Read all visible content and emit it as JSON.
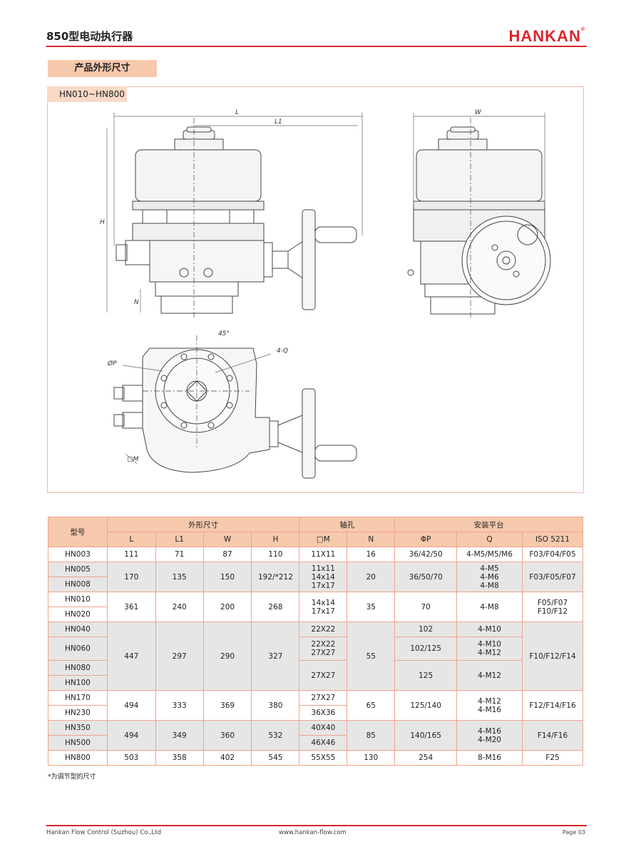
{
  "header": {
    "title": "850型电动执行器",
    "brand": "HANKAN",
    "brand_mark": "®"
  },
  "section_label": "产品外形尺寸",
  "range_tab": "HN010~HN800",
  "drawing_labels": {
    "L": "L",
    "L1": "L1",
    "W": "W",
    "H": "H",
    "N": "N",
    "angle": "45°",
    "holes": "4-Q",
    "phi_p": "ØP",
    "m": "□M"
  },
  "table": {
    "h_model": "型号",
    "h_dim": "外形尺寸",
    "h_shaft": "轴孔",
    "h_mount": "安装平台",
    "sub": [
      "L",
      "L1",
      "W",
      "H",
      "□M",
      "N",
      "ΦP",
      "Q",
      "ISO 5211"
    ],
    "r1": {
      "model": "HN003",
      "L": "111",
      "L1": "71",
      "W": "87",
      "H": "110",
      "M": "11X11",
      "N": "16",
      "P": "36/42/50",
      "Q": "4-M5/M5/M6",
      "ISO": "F03/F04/F05"
    },
    "r2": {
      "model_a": "HN005",
      "model_b": "HN008",
      "L": "170",
      "L1": "135",
      "W": "150",
      "H": "192/*212",
      "M": [
        "11x11",
        "14x14",
        "17x17"
      ],
      "N": "20",
      "P": "36/50/70",
      "Q": [
        "4-M5",
        "4-M6",
        "4-M8"
      ],
      "ISO": "F03/F05/F07"
    },
    "r3": {
      "model_a": "HN010",
      "model_b": "HN020",
      "L": "361",
      "L1": "240",
      "W": "200",
      "H": "268",
      "M": [
        "14x14",
        "17x17"
      ],
      "N": "35",
      "P": "70",
      "Q": "4-M8",
      "ISO": [
        "F05/F07",
        "F10/F12"
      ]
    },
    "r4": {
      "model_a": "HN040",
      "model_b": "HN060",
      "model_c": "HN080",
      "model_d": "HN100",
      "L": "447",
      "L1": "297",
      "W": "290",
      "H": "327",
      "M_a": "22X22",
      "M_b": [
        "22X22",
        "27X27"
      ],
      "M_c": "27X27",
      "N": "55",
      "P_a": "102",
      "P_b": "102/125",
      "P_c": "125",
      "Q_a": "4-M10",
      "Q_b": [
        "4-M10",
        "4-M12"
      ],
      "Q_c": "4-M12",
      "ISO": "F10/F12/F14"
    },
    "r5": {
      "model_a": "HN170",
      "model_b": "HN230",
      "L": "494",
      "L1": "333",
      "W": "369",
      "H": "380",
      "M_a": "27X27",
      "M_b": "36X36",
      "N": "65",
      "P": "125/140",
      "Q": [
        "4-M12",
        "4-M16"
      ],
      "ISO": "F12/F14/F16"
    },
    "r6": {
      "model_a": "HN350",
      "model_b": "HN500",
      "L": "494",
      "L1": "349",
      "W": "360",
      "H": "532",
      "M_a": "40X40",
      "M_b": "46X46",
      "N": "85",
      "P": "140/165",
      "Q": [
        "4-M16",
        "4-M20"
      ],
      "ISO": "F14/F16"
    },
    "r7": {
      "model": "HN800",
      "L": "503",
      "L1": "358",
      "W": "402",
      "H": "545",
      "M": "55X55",
      "N": "130",
      "P": "254",
      "Q": "8-M16",
      "ISO": "F25"
    }
  },
  "note": "*为调节型的尺寸",
  "footer": {
    "company": "Hankan Flow Control (Suzhou) Co.,Ltd",
    "website": "www.hankan-flow.com",
    "page": "Page 03"
  },
  "colors": {
    "accent": "#d8262a",
    "header_fill": "#f6c9ad",
    "gray_row": "#e6e6e6"
  }
}
